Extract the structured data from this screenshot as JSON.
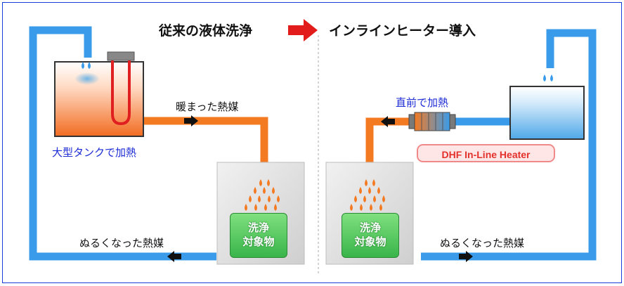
{
  "title": {
    "left": "従来の液体洗浄",
    "right": "インラインヒーター導入"
  },
  "left_system": {
    "tank_label": "大型タンクで加熱",
    "hot_media_label": "暖まった熱媒",
    "cool_media_label": "ぬるくなった熱媒",
    "object_line1": "洗浄",
    "object_line2": "対象物"
  },
  "right_system": {
    "heat_label": "直前で加熱",
    "heater_label": "DHF In-Line Heater",
    "cool_media_label": "ぬるくなった熱媒",
    "object_line1": "洗浄",
    "object_line2": "対象物"
  },
  "colors": {
    "pipe_cool": "#3a9bea",
    "pipe_hot": "#f47a22",
    "arrow_transition": "#e21b1b",
    "frame": "#1a3cd8",
    "object_box": "#39b54a",
    "heater_label": "#e3302b",
    "blue_label": "#1d2cd6"
  },
  "icons": [
    "flow-arrow-icon",
    "transition-arrow-icon",
    "heater-element-icon",
    "droplet-icon"
  ]
}
